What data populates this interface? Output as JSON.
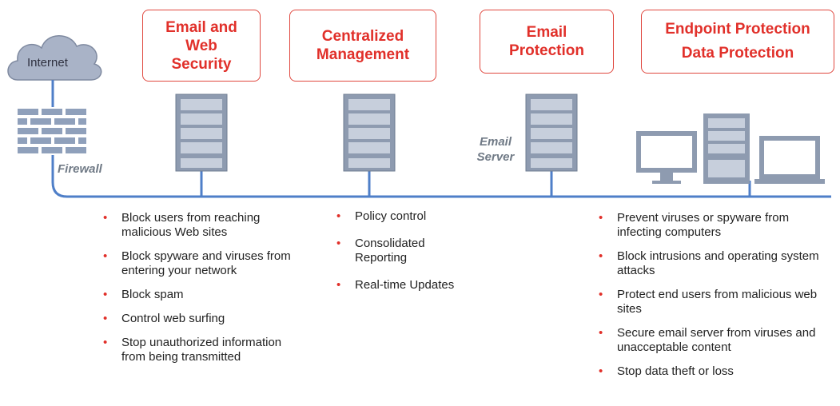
{
  "internet": {
    "label": "Internet"
  },
  "firewall": {
    "label": "Firewall"
  },
  "email_server": {
    "label_line1": "Email",
    "label_line2": "Server"
  },
  "boxes": {
    "web_security": {
      "line1": "Email and",
      "line2": "Web",
      "line3": "Security"
    },
    "central_mgmt": {
      "line1": "Centralized",
      "line2": "Management"
    },
    "email_protection": {
      "line1": "Email",
      "line2": "Protection"
    },
    "endpoint": {
      "line1": "Endpoint Protection",
      "line2": "Data Protection"
    }
  },
  "bullets_web": [
    "Block users from reaching malicious Web sites",
    "Block spyware and viruses from entering your network",
    "Block spam",
    "Control web surfing",
    "Stop unauthorized information from being transmitted"
  ],
  "bullets_mgmt": [
    "Policy control",
    "Consolidated Reporting",
    "Real-time Updates"
  ],
  "bullets_endpoint": [
    "Prevent viruses or spyware from infecting computers",
    "Block intrusions and operating system attacks",
    "Protect end users from malicious web sites",
    "Secure email server from viruses and unacceptable content",
    "Stop data theft or loss"
  ],
  "colors": {
    "accent": "#e1302a",
    "network_line": "#4f7fc8",
    "device": "#8e9bb0"
  }
}
